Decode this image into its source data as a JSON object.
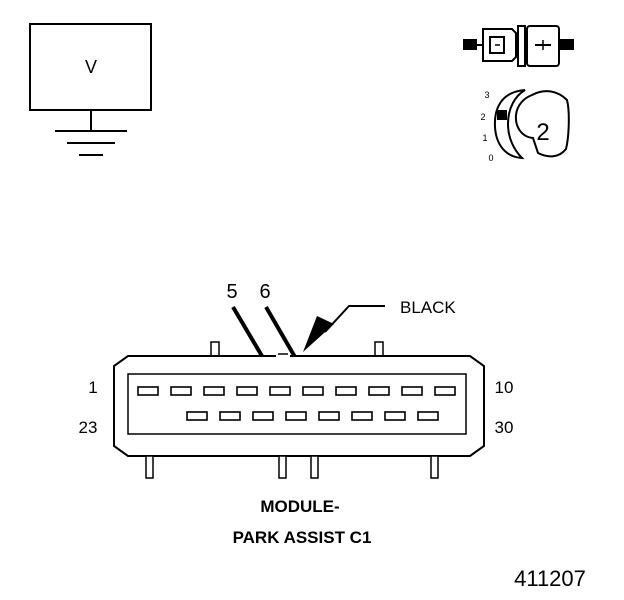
{
  "voltmeter": {
    "symbol": "V"
  },
  "probe_position": {
    "scale_labels": [
      "3",
      "2",
      "1",
      "0"
    ],
    "selected_value": "2"
  },
  "connector": {
    "pin_callouts": [
      "5",
      "6"
    ],
    "color_label": "BLACK",
    "row_labels": {
      "top_left": "1",
      "top_right": "10",
      "bottom_left": "23",
      "bottom_right": "30"
    },
    "top_row_pin_count": 10,
    "bottom_row_pin_count": 8,
    "title_line1": "MODULE-",
    "title_line2": "PARK ASSIST C1"
  },
  "figure_number": "411207",
  "colors": {
    "ink": "#000000",
    "paper": "#ffffff",
    "shade": "#d9d9d9"
  }
}
